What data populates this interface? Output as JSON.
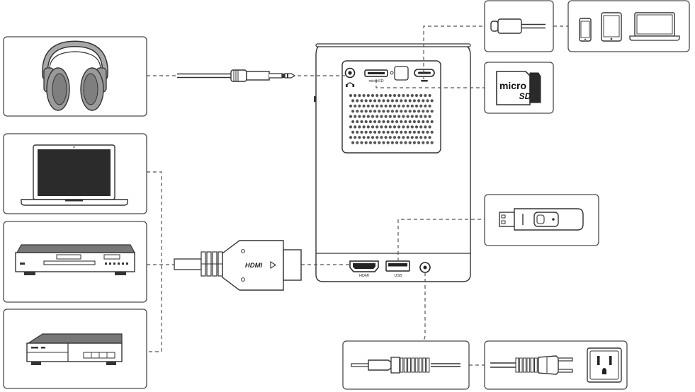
{
  "ports": {
    "microsd": "microSD",
    "hdmi": "HDMI",
    "usb": "USB"
  },
  "cable": {
    "hdmi_logo": "HDMI"
  },
  "card": {
    "micro": "micro",
    "sd": "SD"
  }
}
